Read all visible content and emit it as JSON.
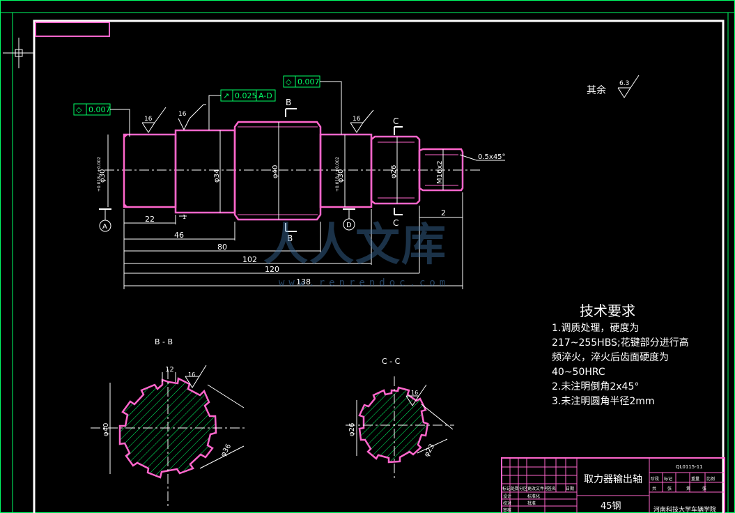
{
  "colors": {
    "background": "#000000",
    "border": "#ffffff",
    "part_outline": "#ff66cc",
    "dimension": "#ffffff",
    "annotation": "#00ff66",
    "centerline": "#ffffff",
    "hatch": "#00ff66",
    "title_block": "#ff66cc",
    "watermark": "#3c6ea0"
  },
  "drawing": {
    "remainder_roughness_label": "其余",
    "remainder_roughness_value": "6.3",
    "tolerance_frames": [
      {
        "symbol": "◇",
        "value": "0.007",
        "id": "left"
      },
      {
        "symbol": "↗",
        "value": "0.025",
        "datum": "A-D",
        "id": "top"
      },
      {
        "symbol": "◇",
        "value": "0.007",
        "id": "right"
      }
    ],
    "roughness_marks": [
      "16",
      "16",
      "16"
    ],
    "section_labels": {
      "b": "B",
      "c": "C"
    },
    "datums": [
      "A",
      "D"
    ],
    "diameters": {
      "d1": "φ30",
      "d1_tol": "+0.018 / +0.002",
      "d2": "φ34",
      "d3": "φ40",
      "d4": "φ30",
      "d4_tol": "+0.018 / +0.002",
      "d5": "φ26",
      "thread": "M16x2"
    },
    "chamfer": "0.5x45°",
    "lengths": [
      "22",
      "1",
      "46",
      "80",
      "102",
      "120",
      "138",
      "2"
    ]
  },
  "sections": {
    "bb_title": "B - B",
    "bb_width": "12",
    "bb_roughness": "16",
    "bb_outer": "φ40",
    "bb_inner": "φ36",
    "cc_title": "C - C",
    "cc_roughness": "16",
    "cc_outer": "φ26",
    "cc_inner": "φ23"
  },
  "tech_requirements": {
    "title": "技术要求",
    "lines": [
      "1.调质处理，硬度为",
      "217~255HBS;花键部分进行高",
      "频淬火，淬火后齿面硬度为",
      "40~50HRC",
      "2.未注明倒角2x45°",
      "3.未注明圆角半径2mm"
    ]
  },
  "title_block": {
    "part_name": "取力器输出轴",
    "material": "45钢",
    "code": "QL0115-11",
    "school": "河南科技大学车辆学院",
    "header_cells": [
      "标记",
      "处数",
      "分区",
      "更改文件号",
      "签名",
      "日期"
    ],
    "row_labels": [
      "设计",
      "校对",
      "审核",
      "标准化",
      "批准"
    ],
    "stage_cells": [
      "阶段",
      "标记",
      "重量",
      "比例"
    ],
    "count_cells": [
      "共",
      "张",
      "第",
      "张"
    ]
  },
  "watermark": {
    "text": "人人文库",
    "url": "www.renrendoc.com"
  }
}
